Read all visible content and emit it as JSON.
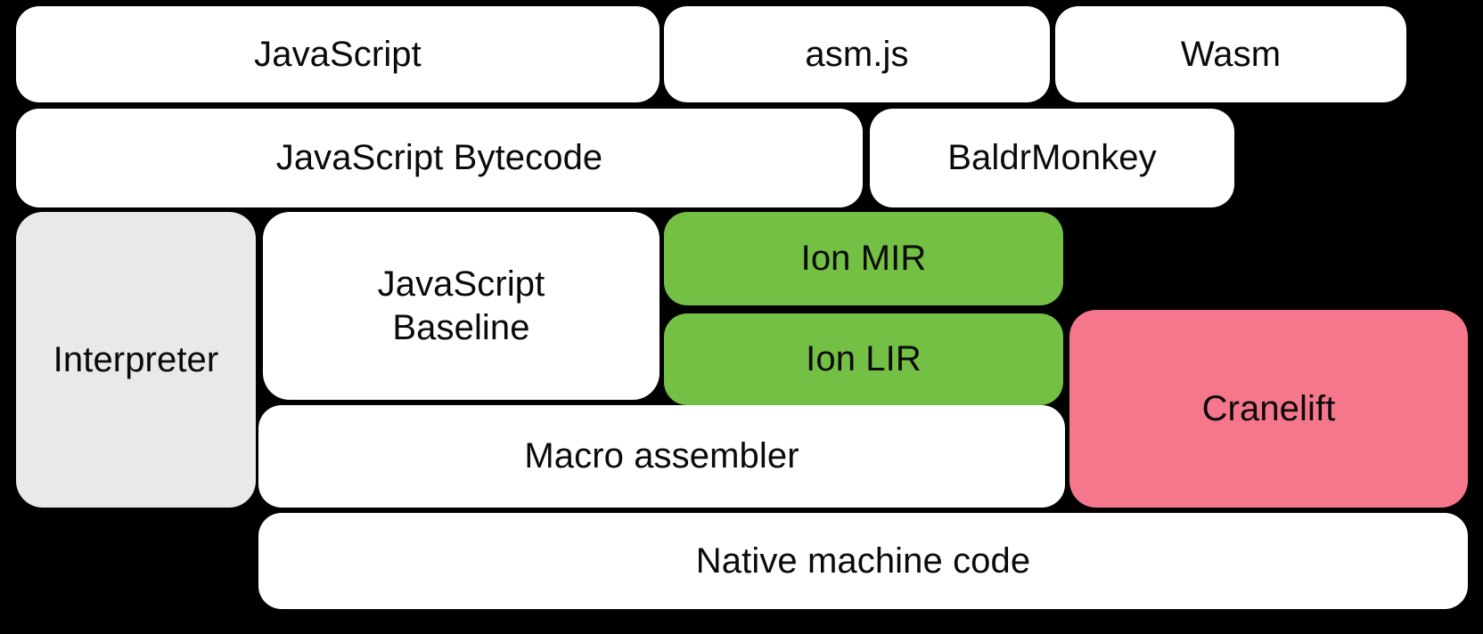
{
  "diagram": {
    "title": "SpiderMonkey compiler pipeline",
    "background_color": "#000000",
    "colors": {
      "white": "#ffffff",
      "gray": "#e9e9e9",
      "green": "#74c044",
      "pink": "#f5778c",
      "text": "#0a0a0a"
    },
    "rows": [
      {
        "name": "source-formats",
        "boxes": [
          {
            "id": "javascript",
            "label": "JavaScript",
            "color": "white"
          },
          {
            "id": "asmjs",
            "label": "asm.js",
            "color": "white"
          },
          {
            "id": "wasm",
            "label": "Wasm",
            "color": "white"
          }
        ]
      },
      {
        "name": "intermediate-formats",
        "boxes": [
          {
            "id": "javascript-bytecode",
            "label": "JavaScript Bytecode",
            "color": "white"
          },
          {
            "id": "baldrmonkey",
            "label": "BaldrMonkey",
            "color": "white"
          }
        ]
      },
      {
        "name": "execution-tiers",
        "boxes": [
          {
            "id": "interpreter",
            "label": "Interpreter",
            "color": "gray"
          },
          {
            "id": "javascript-baseline",
            "label": "JavaScript\nBaseline",
            "color": "white"
          },
          {
            "id": "ion-mir",
            "label": "Ion MIR",
            "color": "green"
          },
          {
            "id": "ion-lir",
            "label": "Ion LIR",
            "color": "green"
          },
          {
            "id": "cranelift",
            "label": "Cranelift",
            "color": "pink"
          }
        ]
      },
      {
        "name": "codegen",
        "boxes": [
          {
            "id": "macro-assembler",
            "label": "Macro assembler",
            "color": "white"
          }
        ]
      },
      {
        "name": "output",
        "boxes": [
          {
            "id": "native-machine-code",
            "label": "Native machine code",
            "color": "white"
          }
        ]
      }
    ]
  }
}
